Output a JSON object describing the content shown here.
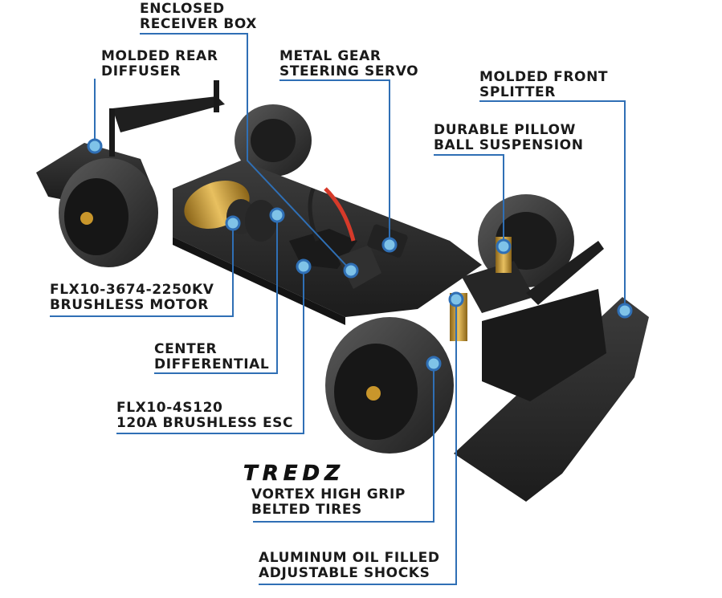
{
  "callouts": {
    "receiver_box": [
      "ENCLOSED",
      "RECEIVER BOX"
    ],
    "rear_diffuser": [
      "MOLDED REAR",
      "DIFFUSER"
    ],
    "steering_servo": [
      "METAL GEAR",
      "STEERING SERVO"
    ],
    "front_splitter": [
      "MOLDED FRONT",
      "SPLITTER"
    ],
    "pillow_ball": [
      "DURABLE PILLOW",
      "BALL SUSPENSION"
    ],
    "motor": [
      "FLX10-3674-2250KV",
      "BRUSHLESS MOTOR"
    ],
    "center_diff": [
      "CENTER",
      "DIFFERENTIAL"
    ],
    "esc": [
      "FLX10-4S120",
      "120A BRUSHLESS ESC"
    ],
    "tires": [
      "VORTEX HIGH GRIP",
      "BELTED TIRES"
    ],
    "shocks": [
      "ALUMINUM OIL FILLED",
      "ADJUSTABLE SHOCKS"
    ]
  },
  "brand_logo": "TREDZ",
  "colors": {
    "leader_line": "#2f6fb5",
    "marker_ring": "#2f6fb5",
    "marker_fill": "#7fc3e8",
    "label_text": "#1a1a1a",
    "chassis": "#2b2b2b",
    "tire": "#3a3a3a",
    "gold": "#c9962b"
  }
}
